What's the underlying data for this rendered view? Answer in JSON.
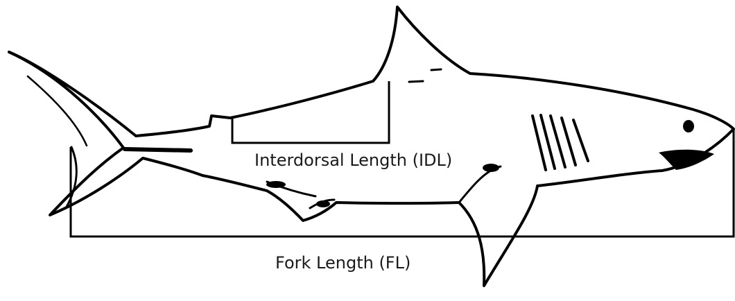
{
  "diagram": {
    "subject": "shark-outline",
    "measurements": [
      {
        "id": "idl",
        "label": "Interdorsal Length (IDL)"
      },
      {
        "id": "fl",
        "label": "Fork Length (FL)"
      }
    ],
    "colors": {
      "outline": "#000000",
      "background": "#ffffff"
    }
  }
}
